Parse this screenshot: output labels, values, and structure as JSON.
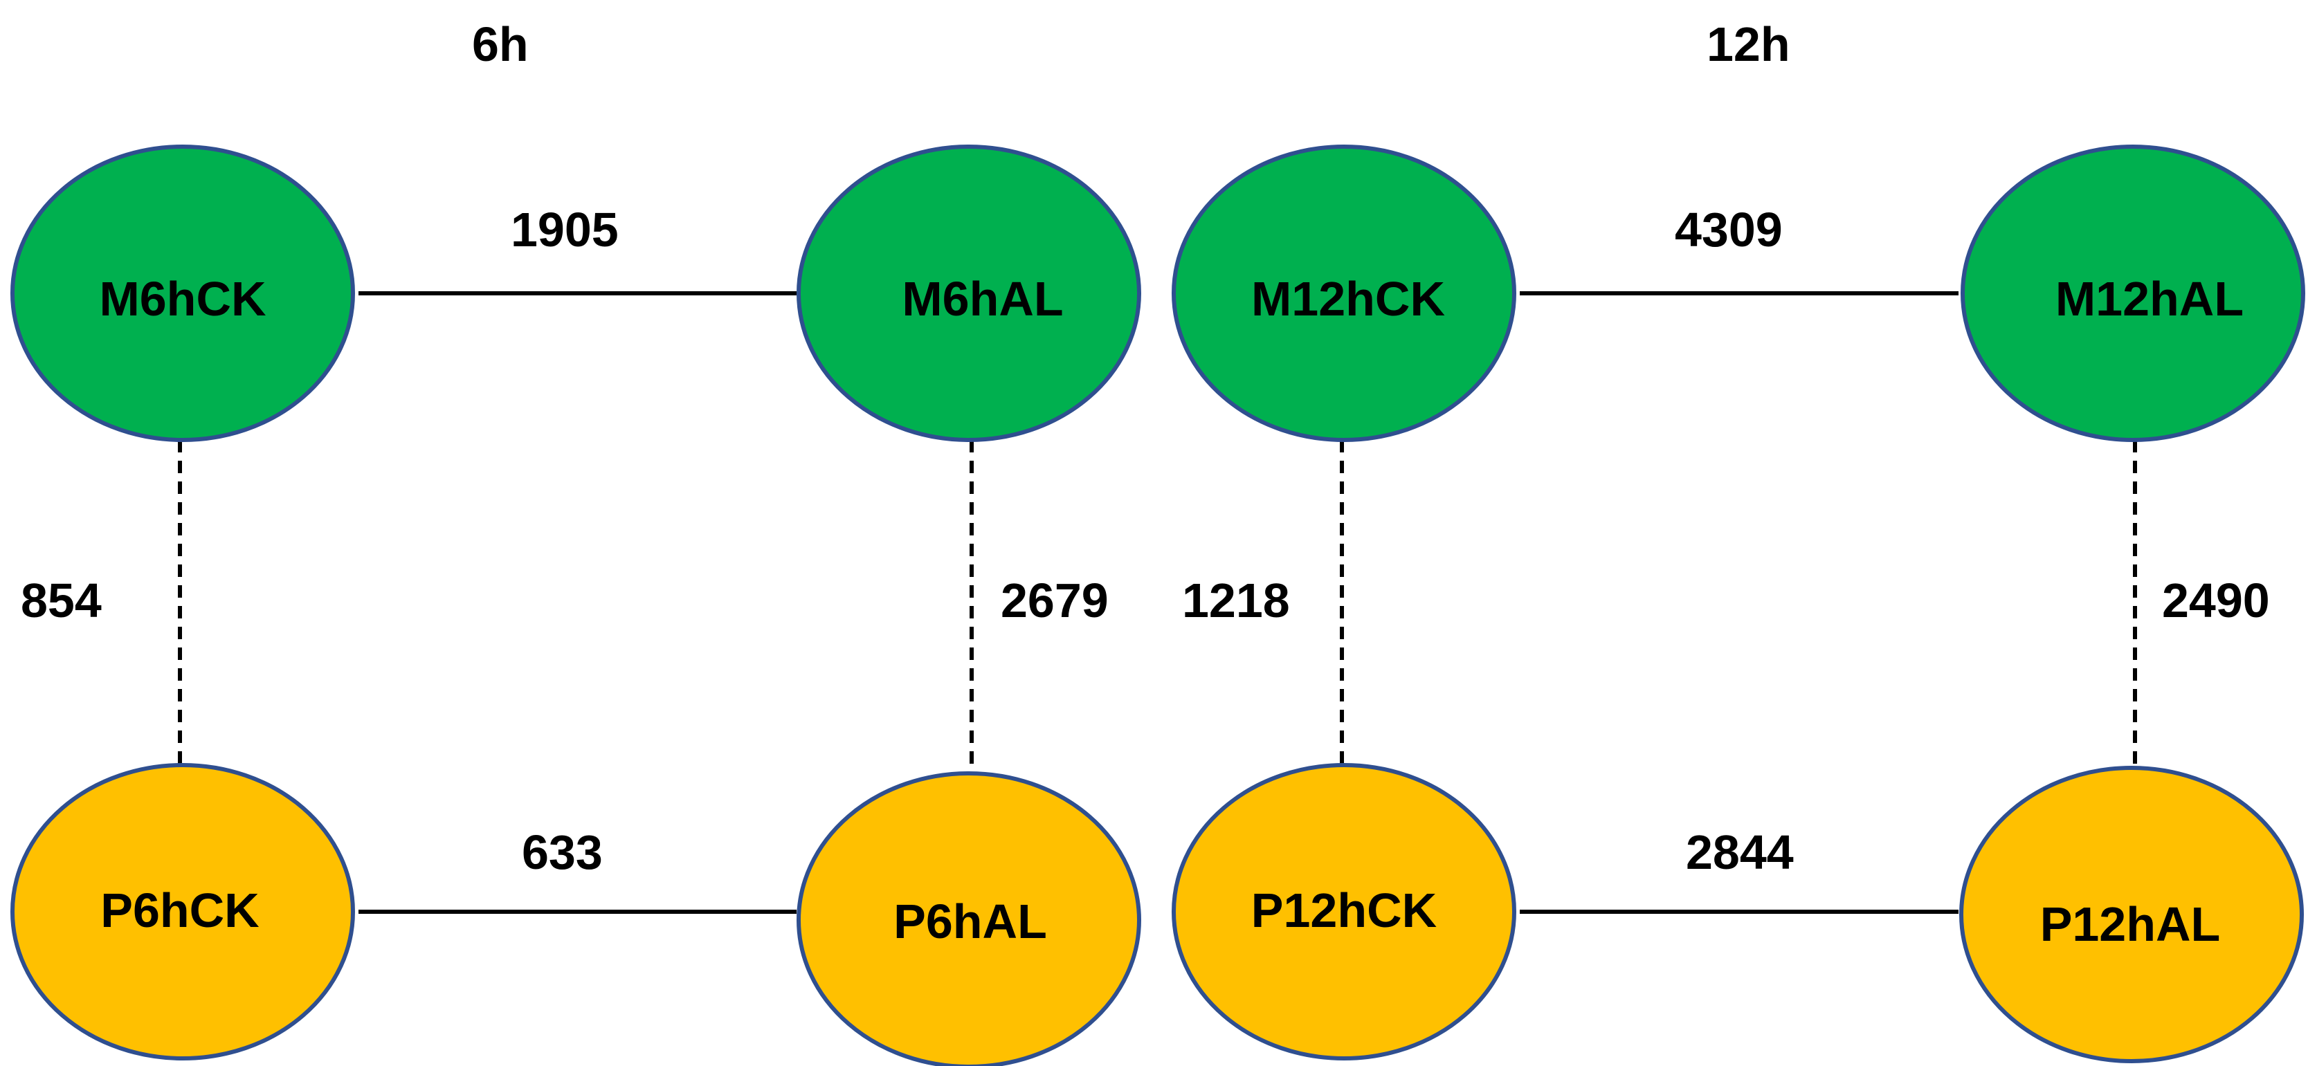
{
  "groups": [
    {
      "title": "6h"
    },
    {
      "title": "12h"
    }
  ],
  "colors": {
    "m_node": "#00b04f",
    "p_node": "#ffc000",
    "node_border": "#2f4f8f",
    "edge": "#000000"
  },
  "nodes": {
    "m6hck": "M6hCK",
    "m6hal": "M6hAL",
    "p6hck": "P6hCK",
    "p6hal": "P6hAL",
    "m12hck": "M12hCK",
    "m12hal": "M12hAL",
    "p12hck": "P12hCK",
    "p12hal": "P12hAL"
  },
  "edges": {
    "m6hck_m6hal": "1905",
    "p6hck_p6hal": "633",
    "m6hck_p6hck": "854",
    "m6hal_p6hal": "2679",
    "m12hck_m12hal": "4309",
    "p12hck_p12hal": "2844",
    "m12hck_p12hck": "1218",
    "m12hal_p12hal": "2490"
  }
}
